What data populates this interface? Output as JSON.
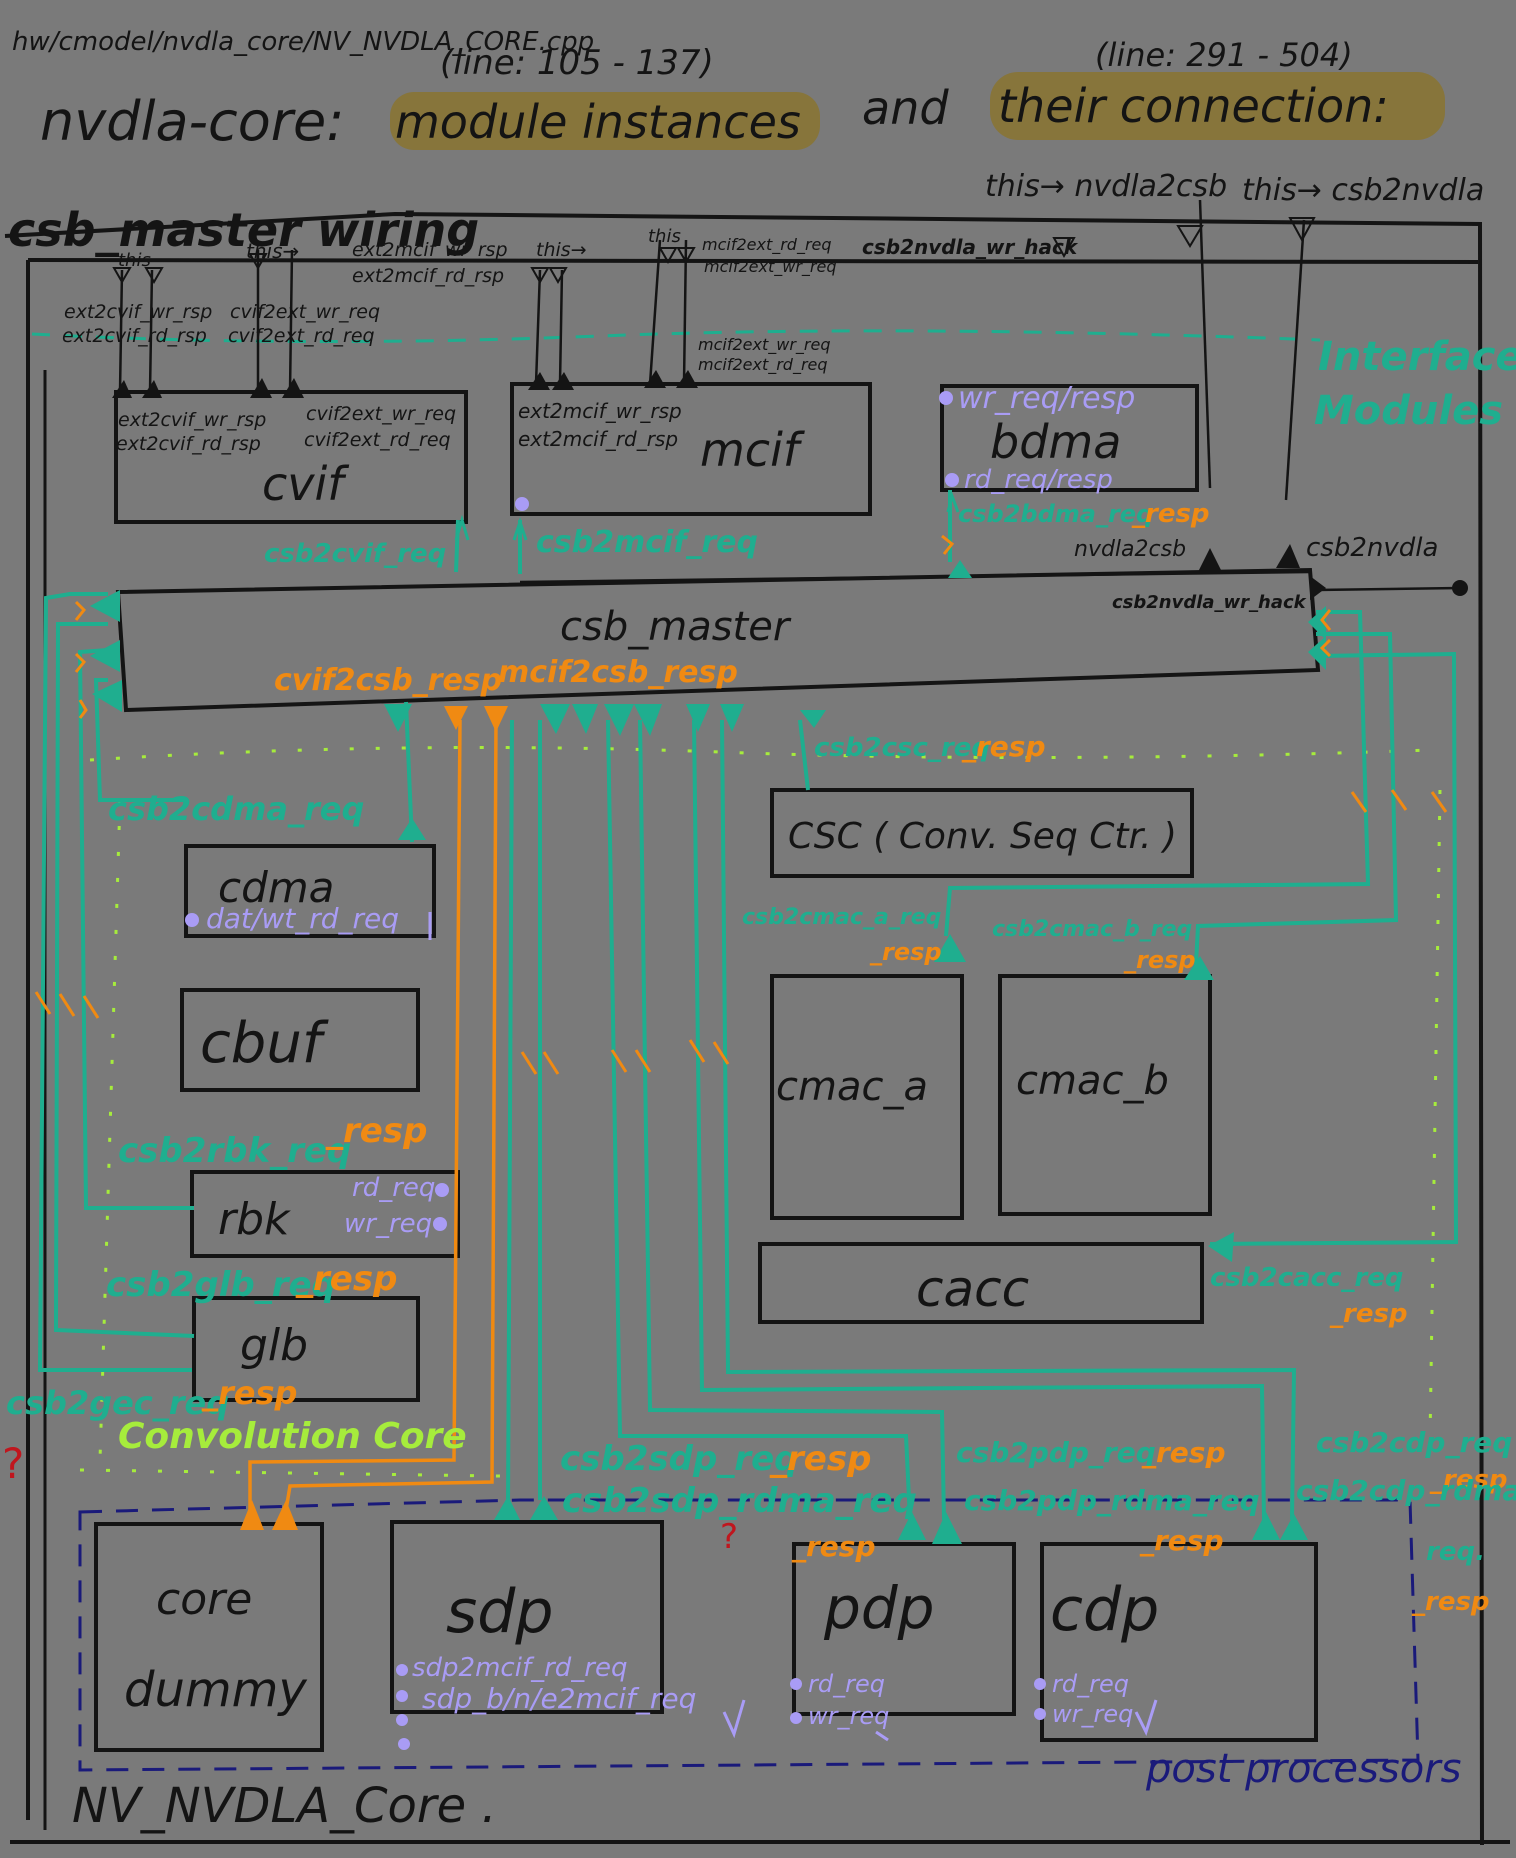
{
  "header": {
    "path": "hw/cmodel/nvdla_core/NV_NVDLA_CORE.cpp",
    "lines_left": "(line: 105 - 137)",
    "lines_right": "(line: 291 - 504)",
    "title_prefix": "nvdla-core:",
    "title_h1": "module instances",
    "title_and": "and",
    "title_h2": "their connection:",
    "section": "csb_master wiring",
    "this_nvdla2csb": "this→ nvdla2csb",
    "this_csb2nvdla": "this→ csb2nvdla"
  },
  "sections": {
    "interface": "Interface\nModules",
    "conv": "Convolution Core",
    "post": "post processors",
    "core": "NV_NVDLA_Core ."
  },
  "modules": {
    "cvif": "cvif",
    "mcif": "mcif",
    "bdma": "bdma",
    "csb_master": "csb_master",
    "csc": "CSC ( Conv. Seq Ctr. )",
    "cdma": "cdma",
    "cbuf": "cbuf",
    "rbk": "rbk",
    "glb": "glb",
    "cmac_a": "cmac_a",
    "cmac_b": "cmac_b",
    "cacc": "cacc",
    "core_dummy_1": "core",
    "core_dummy_2": "dummy",
    "sdp": "sdp",
    "pdp": "pdp",
    "cdp": "cdp"
  },
  "ports": {
    "cvif_top": [
      "this",
      "this→",
      "ext2cvif_wr_rsp",
      "ext2cvif_rd_rsp",
      "cvif2ext_wr_req",
      "cvif2ext_rd_req"
    ],
    "cvif_in": [
      "ext2cvif_wr_rsp",
      "ext2cvif_rd_rsp",
      "cvif2ext_wr_req",
      "cvif2ext_rd_req"
    ],
    "mcif_top": [
      "ext2mcif_wr_rsp",
      "this→",
      "ext2mcif_rd_rsp",
      "this",
      "mcif2ext_rd_req",
      "mcif2ext_wr_req",
      "mcif2ext_wr_req",
      "mcif2ext_rd_req"
    ],
    "mcif_in": [
      "ext2mcif_wr_rsp",
      "ext2mcif_rd_rsp"
    ],
    "csb2nvdla_wr_hack": "csb2nvdla_wr_hack",
    "bdma_ports": [
      "wr_req/resp",
      "rd_req/resp"
    ],
    "cdma_port": "dat/wt_rd_req",
    "rbk_ports": [
      "rd_req",
      "wr_req"
    ],
    "sdp_ports": [
      "sdp2mcif_rd_req",
      "sdp_b/n/e2mcif_req"
    ],
    "pdp_ports": [
      "rd_req",
      "wr_req"
    ],
    "cdp_ports": [
      "rd_req",
      "wr_req"
    ],
    "nvdla2csb": "nvdla2csb",
    "csb2nvdla": "csb2nvdla",
    "csb2nvdla_wr_hack_bottom": "csb2nvdla_wr_hack"
  },
  "signals": {
    "csb2cvif_req": "csb2cvif_req",
    "csb2mcif_req": "csb2mcif_req",
    "csb2bdma_req": "csb2bdma_req",
    "resp": "_resp",
    "cvif2csb_resp": "cvif2csb_resp",
    "mcif2csb_resp": "mcif2csb_resp",
    "csb2csc_req": "csb2csc_req",
    "csb2cdma_req": "csb2cdma_req",
    "csb2cmac_a_req": "csb2cmac_a_req",
    "csb2cmac_b_req": "csb2cmac_b_req",
    "csb2rbk_req": "csb2rbk_req",
    "csb2glb_req": "csb2glb_req",
    "csb2gec_req": "csb2gec_req",
    "csb2cacc_req": "csb2cacc_req",
    "csb2sdp_req": "csb2sdp_req",
    "csb2sdp_rdma_req": "csb2sdp_rdma_req",
    "csb2pdp_req": "csb2pdp_req",
    "csb2pdp_rdma_req": "csb2pdp_rdma_req",
    "csb2cdp_req": "csb2cdp_req",
    "csb2cdp_rdma": "csb2cdp_rdma_",
    "req_dot": "req.",
    "q_mark": "?"
  },
  "colors": {
    "background": "#7a7a7a",
    "ink": "#141414",
    "teal": "#1fae8f",
    "orange": "#f08a12",
    "purple": "#a99cf5",
    "lime": "#a6ec3c",
    "navy": "#1a1a7a",
    "highlight": "#8a7430",
    "red": "#c0161e"
  }
}
